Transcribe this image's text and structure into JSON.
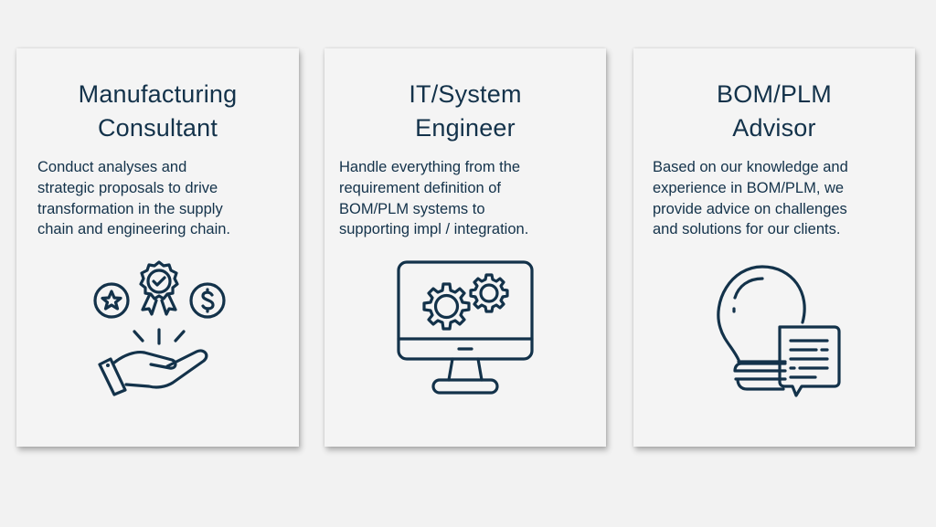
{
  "theme": {
    "background": "#f2f2f2",
    "card_background": "#f4f4f4",
    "text_color": "#13324a",
    "icon_color": "#13324a"
  },
  "cards": [
    {
      "title_lines": [
        "Manufacturing",
        "Consultant"
      ],
      "description_lines": [
        "Conduct analyses and",
        "strategic proposals to drive",
        "transformation in the supply",
        "chain and engineering chain."
      ],
      "icon": "hand-offering-rewards-icon"
    },
    {
      "title_lines": [
        "IT/System",
        "Engineer"
      ],
      "description_lines": [
        "Handle everything from the",
        "requirement definition of",
        "BOM/PLM systems to",
        "supporting impl / integration."
      ],
      "icon": "monitor-gears-icon"
    },
    {
      "title_lines": [
        "BOM/PLM",
        "Advisor"
      ],
      "description_lines": [
        "Based on our knowledge and",
        "experience in BOM/PLM, we",
        "provide advice on challenges",
        "and solutions for our clients."
      ],
      "icon": "lightbulb-chat-icon"
    }
  ]
}
